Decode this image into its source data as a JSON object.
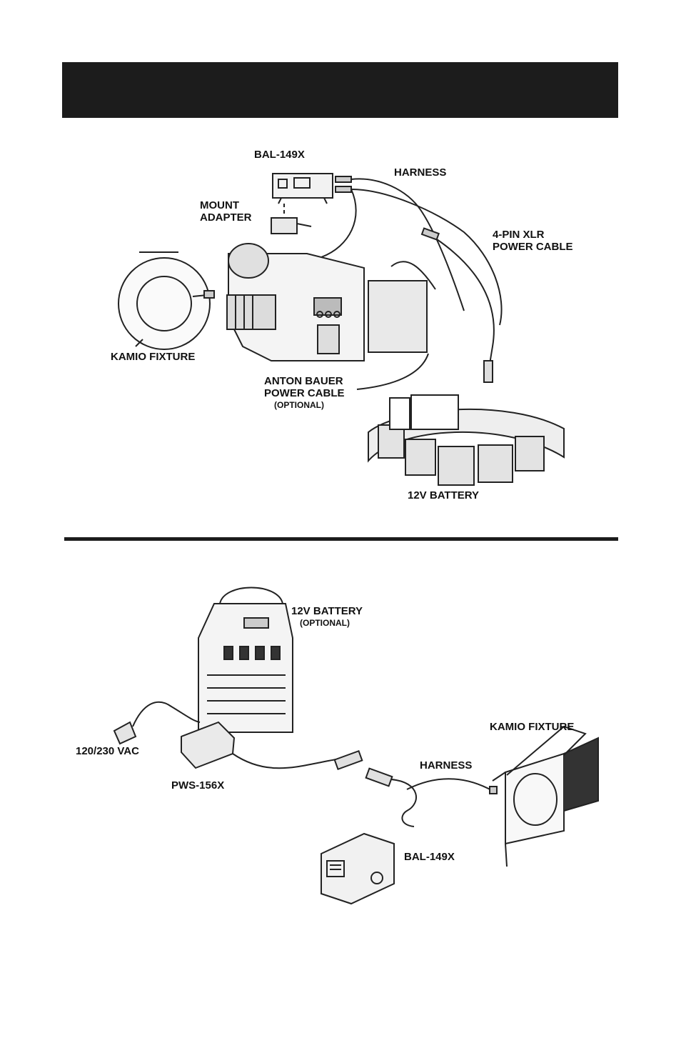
{
  "top_diagram": {
    "labels": {
      "bal": "BAL-149X",
      "harness": "HARNESS",
      "mount_1": "MOUNT",
      "mount_2": "ADAPTER",
      "xlr_1": "4-PIN XLR",
      "xlr_2": "POWER CABLE",
      "kamio": "KAMIO FIXTURE",
      "anton_1": "ANTON BAUER",
      "anton_2": "POWER CABLE",
      "anton_3": "(OPTIONAL)",
      "battery": "12V BATTERY"
    }
  },
  "bottom_diagram": {
    "labels": {
      "battery_1": "12V BATTERY",
      "battery_2": "(OPTIONAL)",
      "kamio": "KAMIO FIXTURE",
      "vac": "120/230 VAC",
      "harness": "HARNESS",
      "pws": "PWS-156X",
      "bal": "BAL-149X"
    }
  },
  "colors": {
    "bar": "#1c1c1c",
    "ink": "#111111"
  }
}
